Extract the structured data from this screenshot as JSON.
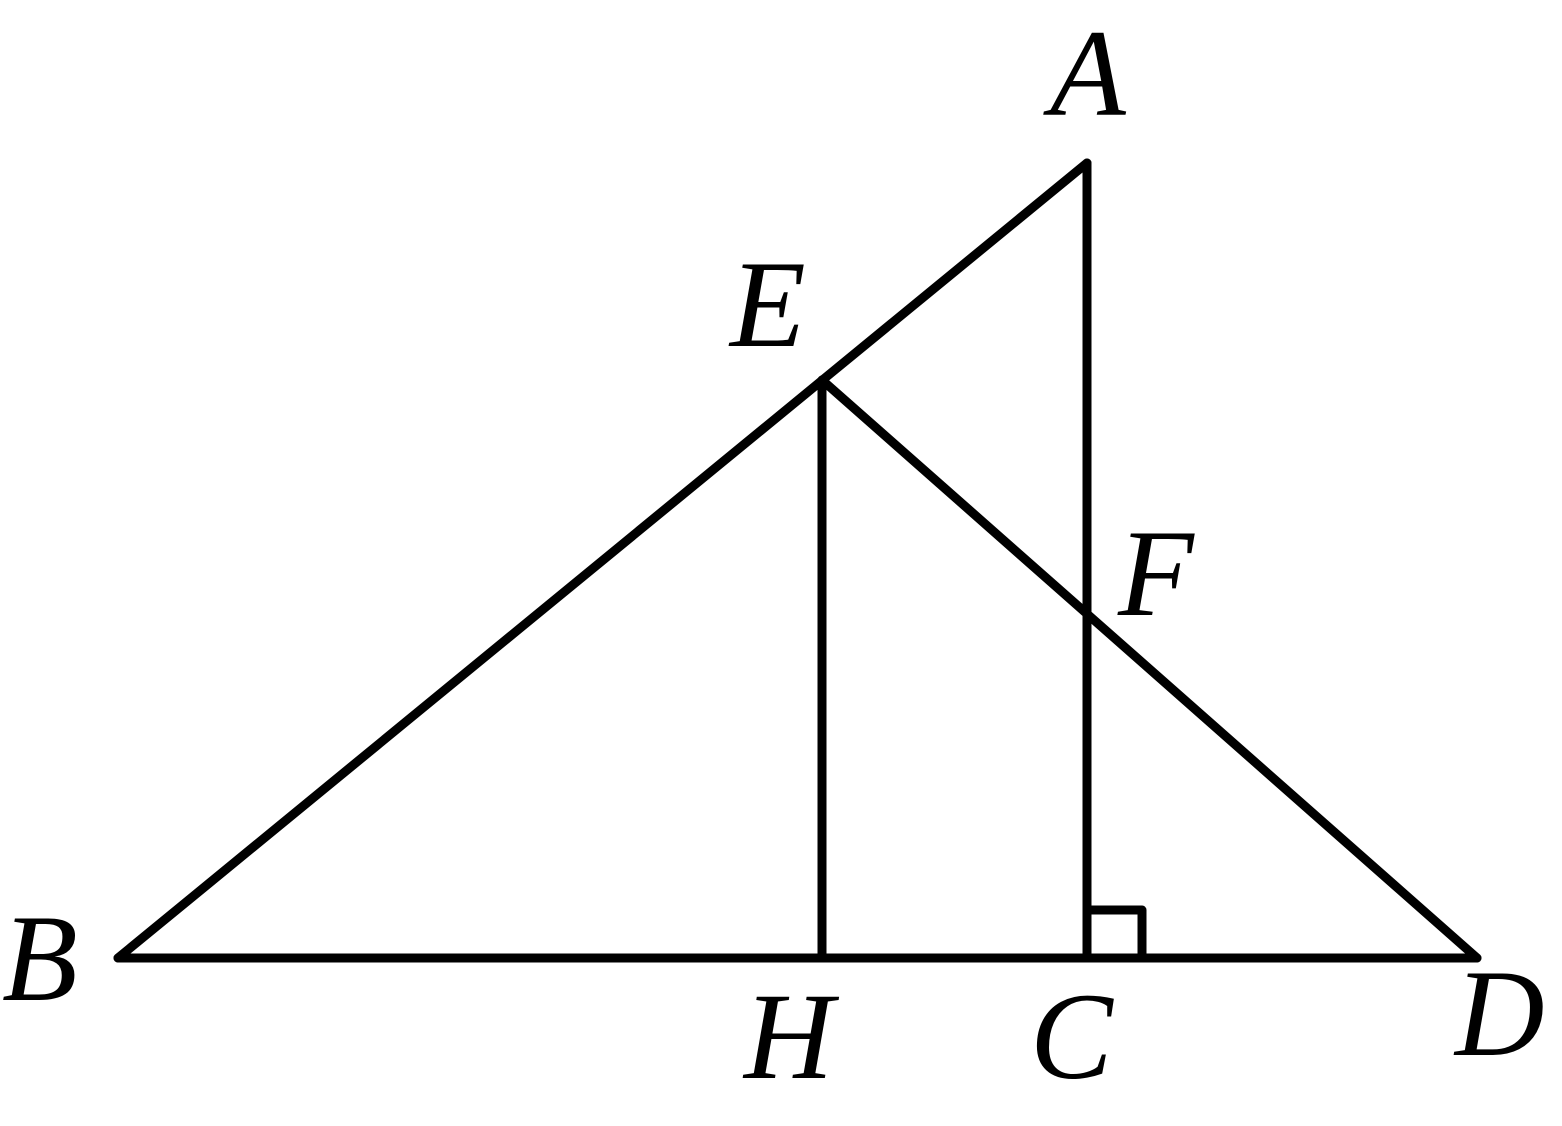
{
  "figure": {
    "points": {
      "A": "A",
      "B": "B",
      "C": "C",
      "D": "D",
      "E": "E",
      "F": "F",
      "H": "H"
    },
    "segments": [
      "BA",
      "AC",
      "BD",
      "EH",
      "ED"
    ],
    "right_angle_at": "C",
    "colors": {
      "line": "#000000",
      "label": "#000000",
      "background": "#ffffff"
    }
  }
}
